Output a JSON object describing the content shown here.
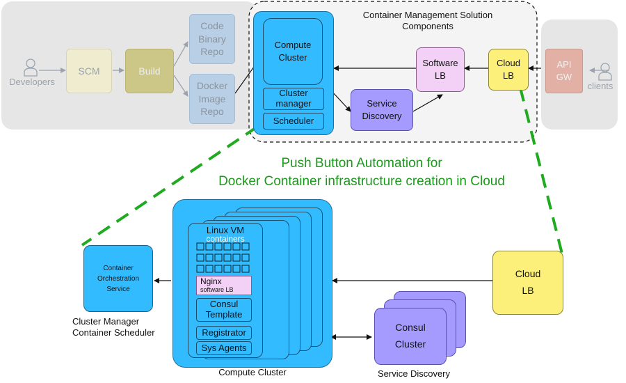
{
  "pipeline": {
    "developers": "Developers",
    "scm": "SCM",
    "build": "Build",
    "code_repo": [
      "Code",
      "Binary",
      "Repo"
    ],
    "docker_repo": [
      "Docker",
      "Image",
      "Repo"
    ]
  },
  "solution": {
    "title": [
      "Container Management Solution",
      "Components"
    ],
    "compute_cluster": [
      "Compute",
      "Cluster"
    ],
    "cluster_manager": [
      "Cluster",
      "manager"
    ],
    "scheduler": "Scheduler",
    "service_discovery": [
      "Service",
      "Discovery"
    ],
    "software_lb": [
      "Software",
      "LB"
    ],
    "cloud_lb": [
      "Cloud",
      "LB"
    ]
  },
  "gateway": {
    "api_gw": [
      "API",
      "GW"
    ],
    "clients": "clients"
  },
  "headline": [
    "Push Button Automation for",
    "Docker Container infrastructure creation in Cloud"
  ],
  "detail": {
    "orchestration": [
      "Container",
      "Orchestration",
      "Service"
    ],
    "cluster_manager_caption": [
      "Cluster Manager",
      "Container Scheduler"
    ],
    "linux_vm": "Linux VM",
    "containers": "containers",
    "nginx": "Nginx",
    "nginx_sub": "software LB",
    "consul_template": [
      "Consul",
      "Template"
    ],
    "registrator": "Registrator",
    "sys_agents": "Sys Agents",
    "compute_cluster_caption": "Compute Cluster",
    "cloud_lb": [
      "Cloud",
      "LB"
    ],
    "consul_cluster": [
      "Consul",
      "Cluster"
    ],
    "service_discovery_caption": "Service Discovery"
  },
  "colors": {
    "blue": "#33bbff",
    "purple": "#a59bff",
    "pink": "#f3d0f5",
    "yellow": "#fdf07a",
    "green_text": "#1a9a1a",
    "green_dash": "#1faa1f"
  }
}
